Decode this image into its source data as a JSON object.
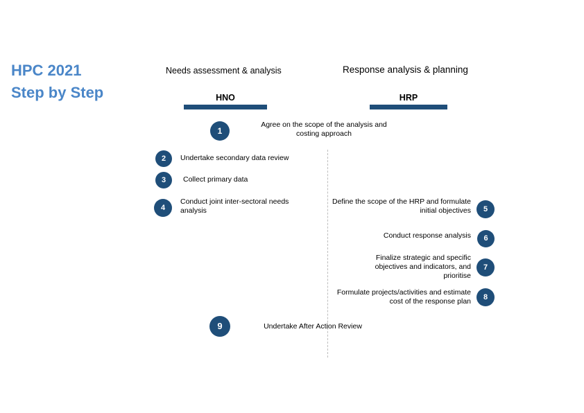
{
  "title": {
    "line1": "HPC 2021",
    "line2": "Step by Step",
    "color": "#4a86c8"
  },
  "theme": {
    "navy": "#1f4e79",
    "title_blue": "#4a86c8",
    "divider": "#bdbdbd",
    "background": "#ffffff"
  },
  "phases": [
    {
      "caption": "Needs assessment & analysis",
      "label": "HNO"
    },
    {
      "caption": "Response analysis & planning",
      "label": "HRP"
    }
  ],
  "steps": [
    {
      "number": "1",
      "text": "Agree on the scope of the analysis and costing approach",
      "phase": "HNO",
      "align": "center"
    },
    {
      "number": "2",
      "text": "Undertake secondary data review",
      "phase": "HNO",
      "align": "left"
    },
    {
      "number": "3",
      "text": "Collect primary data",
      "phase": "HNO",
      "align": "left"
    },
    {
      "number": "4",
      "text": "Conduct joint inter-sectoral needs analysis",
      "phase": "HNO",
      "align": "left"
    },
    {
      "number": "5",
      "text": "Define the scope of the HRP and formulate initial objectives",
      "phase": "HRP",
      "align": "right"
    },
    {
      "number": "6",
      "text": "Conduct response analysis",
      "phase": "HRP",
      "align": "right"
    },
    {
      "number": "7",
      "text": "Finalize strategic and specific objectives and indicators, and prioritise",
      "phase": "HRP",
      "align": "right"
    },
    {
      "number": "8",
      "text": "Formulate projects/activities and estimate cost of the response plan",
      "phase": "HRP",
      "align": "right"
    },
    {
      "number": "9",
      "text": "Undertake After Action Review",
      "phase": "HNO",
      "align": "center"
    }
  ]
}
